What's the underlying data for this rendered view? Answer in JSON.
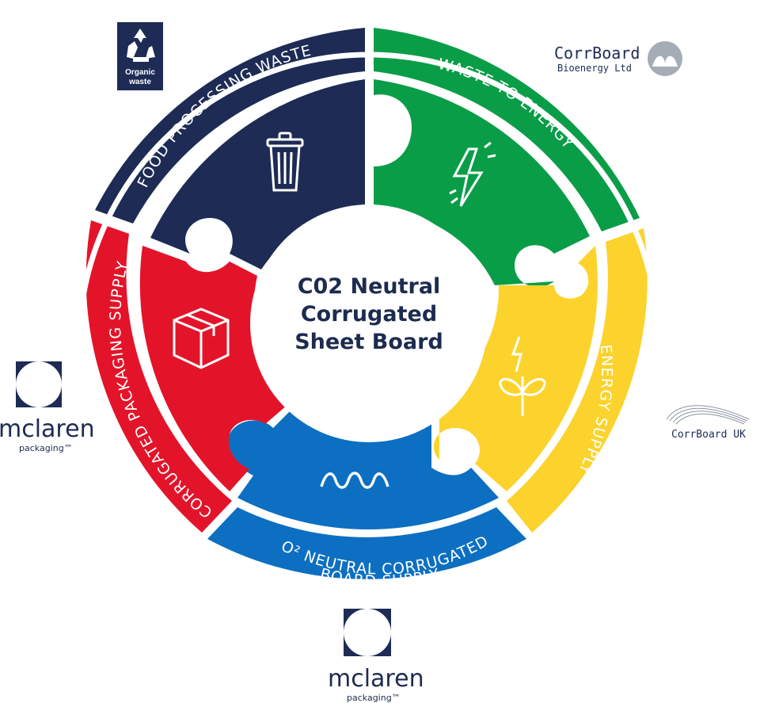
{
  "diagram": {
    "center_title_lines": [
      "C02 Neutral",
      "Corrugated",
      "Sheet Board"
    ],
    "segments": [
      {
        "label": "FOOD PROCESSING WASTE",
        "color": "#1d2b55",
        "icon": "trash-bin-icon"
      },
      {
        "label": "WASTE TO ENERGY",
        "color": "#0a9d48",
        "icon": "lightning-bolt-icon"
      },
      {
        "label": "ENERGY SUPPLY",
        "color": "#fcd32d",
        "icon": "plant-energy-icon"
      },
      {
        "label_line1": "CO² NEUTRAL CORRUGATED",
        "label_line2": "BOARD SUPPLY",
        "color": "#0c6fc2",
        "icon": "wave-icon"
      },
      {
        "label": "CORRUGATED PACKAGING SUPPLY",
        "color": "#e3142a",
        "icon": "box-icon"
      }
    ]
  },
  "logos": {
    "organic_waste": {
      "line1": "Organic",
      "line2": "waste",
      "icon": "recycle-icon",
      "color": "#1d2b55"
    },
    "corrboard_bioenergy": {
      "name": "CorrBoard",
      "sub": "Bioenergy Ltd",
      "color": "#1d2b55"
    },
    "corrboard_uk": {
      "name": "CorrBoard UK",
      "color": "#1d2b55"
    },
    "mclaren_left": {
      "name": "mclaren",
      "sub": "packaging™",
      "color": "#1d2b55"
    },
    "mclaren_bottom": {
      "name": "mclaren",
      "sub": "packaging™",
      "color": "#1d2b55"
    }
  }
}
